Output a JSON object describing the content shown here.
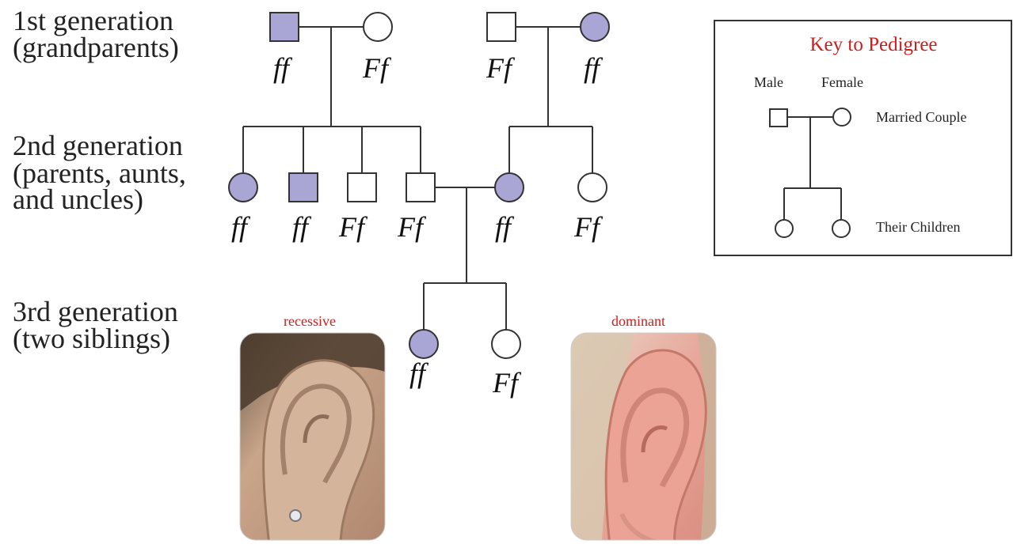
{
  "colors": {
    "affected": "#a9a6d6",
    "unaffected": "#ffffff",
    "stroke": "#333333",
    "key_title": "#d01c1c",
    "photo_label": "#d01c1c"
  },
  "generations": [
    {
      "line1": "1st generation",
      "line2": "(grandparents)",
      "line3": ""
    },
    {
      "line1": "2nd generation",
      "line2": "(parents, aunts,",
      "line3": "and uncles)"
    },
    {
      "line1": "3rd generation",
      "line2": "(two siblings)",
      "line3": ""
    }
  ],
  "individuals": [
    {
      "id": "gp1",
      "sex": "male",
      "affected": true,
      "genotype": "ff"
    },
    {
      "id": "gp2",
      "sex": "female",
      "affected": false,
      "genotype": "Ff"
    },
    {
      "id": "gp3",
      "sex": "male",
      "affected": false,
      "genotype": "Ff"
    },
    {
      "id": "gp4",
      "sex": "female",
      "affected": true,
      "genotype": "ff"
    },
    {
      "id": "p1",
      "sex": "female",
      "affected": true,
      "genotype": "ff"
    },
    {
      "id": "p2",
      "sex": "male",
      "affected": true,
      "genotype": "ff"
    },
    {
      "id": "p3",
      "sex": "male",
      "affected": false,
      "genotype": "Ff"
    },
    {
      "id": "p4",
      "sex": "male",
      "affected": false,
      "genotype": "Ff"
    },
    {
      "id": "p5",
      "sex": "female",
      "affected": true,
      "genotype": "ff"
    },
    {
      "id": "p6",
      "sex": "female",
      "affected": false,
      "genotype": "Ff"
    },
    {
      "id": "c1",
      "sex": "female",
      "affected": true,
      "genotype": "ff"
    },
    {
      "id": "c2",
      "sex": "female",
      "affected": false,
      "genotype": "Ff"
    }
  ],
  "key": {
    "title": "Key to Pedigree",
    "male": "Male",
    "female": "Female",
    "couple": "Married Couple",
    "children": "Their Children"
  },
  "photos": {
    "recessive": "recessive",
    "dominant": "dominant"
  }
}
